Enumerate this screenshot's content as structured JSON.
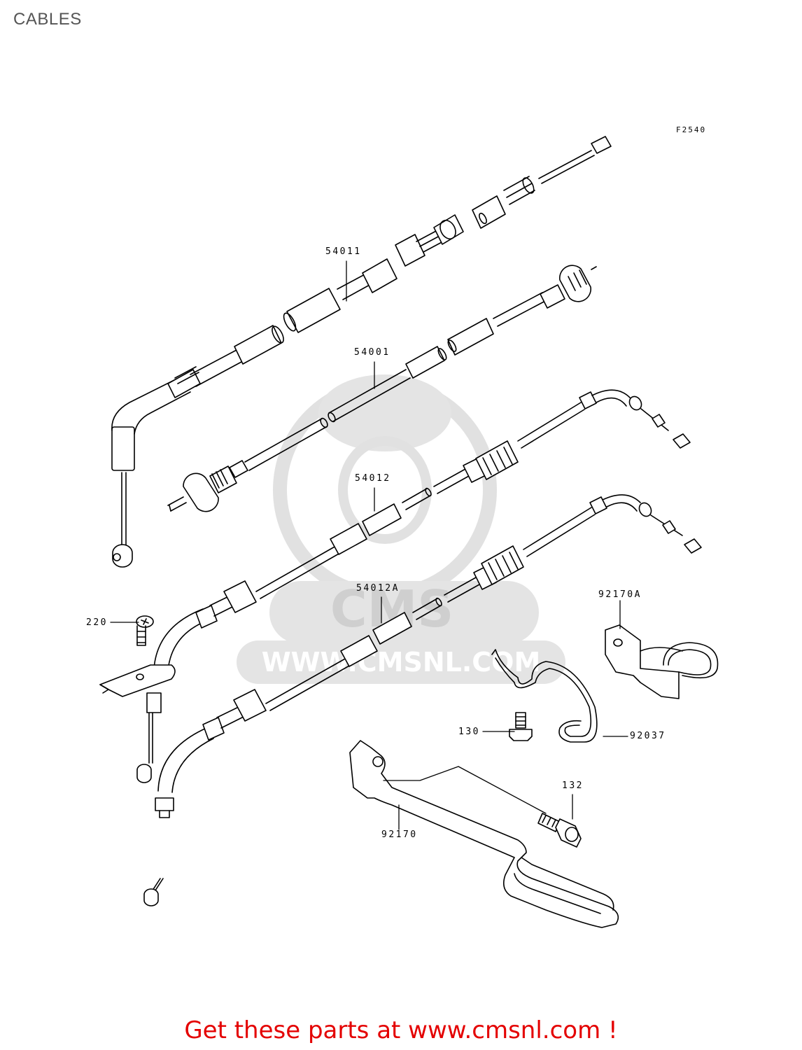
{
  "header": {
    "title": "CABLES"
  },
  "diagram": {
    "figure_code": "F2540",
    "parts": [
      {
        "number": "54011"
      },
      {
        "number": "54001"
      },
      {
        "number": "54012"
      },
      {
        "number": "54012A"
      },
      {
        "number": "220"
      },
      {
        "number": "92170A"
      },
      {
        "number": "130"
      },
      {
        "number": "92037"
      },
      {
        "number": "132"
      },
      {
        "number": "92170"
      }
    ],
    "watermark": {
      "brand": "CMS",
      "url": "WWW.CMSNL.COM",
      "color": "#d9d9d9"
    }
  },
  "footer": {
    "cta": "Get these parts at www.cmsnl.com !",
    "cta_color": "#e40000"
  }
}
